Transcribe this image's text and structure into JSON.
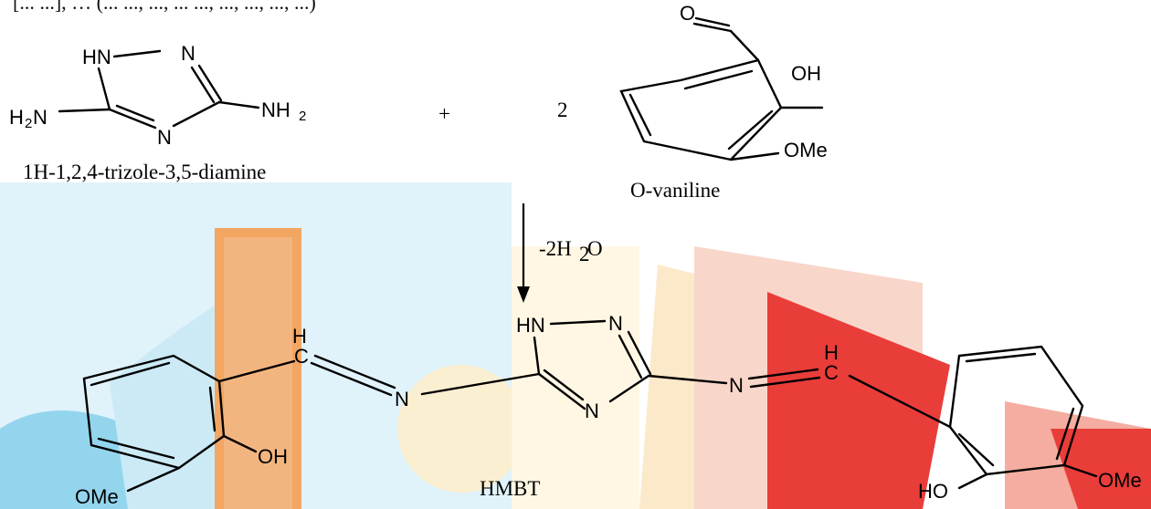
{
  "header_text": "[... ...], … (... ..., ..., ... ..., ..., ..., ..., ...)",
  "reactant1": {
    "name": "1H-1,2,4-trizole-3,5-diamine",
    "atoms": {
      "hn": "HN",
      "n_top": "N",
      "n_bottom": "N",
      "nh2_left": "H",
      "nh2_left_n": "N",
      "nh2_right": "NH",
      "sub2": "2"
    }
  },
  "plus": "+",
  "coefficient": "2",
  "reactant2": {
    "name": "O-vaniline",
    "atoms": {
      "oh": "OH",
      "ome": "OMe",
      "o": "O"
    }
  },
  "arrow_label": {
    "main": "-2H",
    "sub": "2",
    "end": "O"
  },
  "product": {
    "name": "HMBT",
    "atoms": {
      "hn": "HN",
      "n_top": "N",
      "n_bottom": "N",
      "n_left": "N",
      "n_right": "N",
      "h_left": "H",
      "c_left": "C",
      "h_right": "H",
      "c_right": "C",
      "oh_left": "OH",
      "ome_left": "OMe",
      "ho_right": "HO",
      "ome_right": "OMe"
    }
  },
  "colors": {
    "watermark_cyan": "#8fd3ee",
    "watermark_orange": "#f2a25a",
    "watermark_red": "#e8332f",
    "watermark_yellow": "#f5e7b0"
  }
}
